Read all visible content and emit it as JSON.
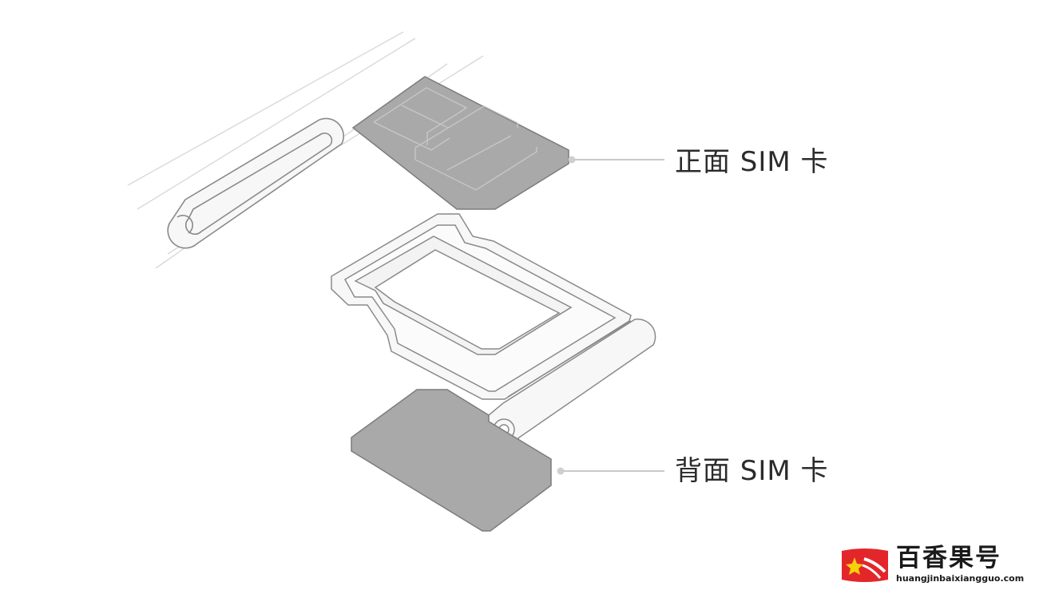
{
  "labels": {
    "front_sim": "正面 SIM 卡",
    "back_sim": "背面 SIM 卡"
  },
  "watermark": {
    "name": "百香果号",
    "url": "huangjinbaixiangguo.com",
    "icon": "brand-logo-icon"
  },
  "colors": {
    "line": "#c9c9c9",
    "outline": "#8a8a8a",
    "sim_fill": "#a7a7a7",
    "sim_stroke": "#7c7c7c",
    "tray_fill": "#f6f6f6",
    "brand_red": "#e3262a",
    "brand_yellow": "#f5d10a"
  }
}
